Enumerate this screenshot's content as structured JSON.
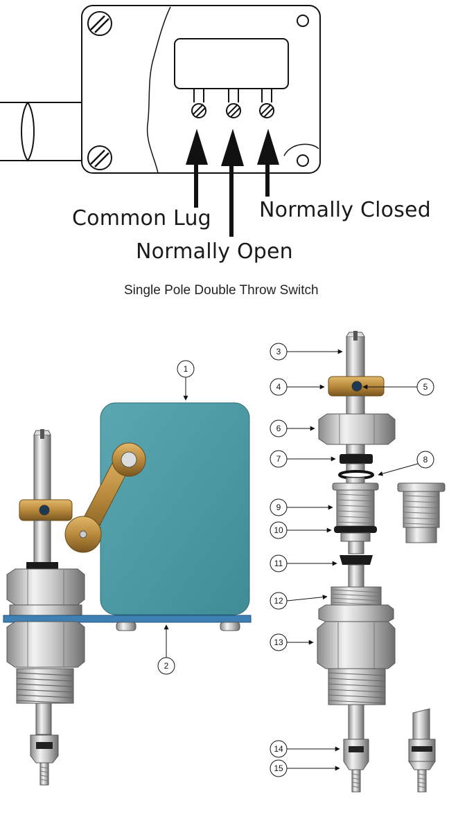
{
  "top_diagram": {
    "labels": {
      "common": "Common Lug",
      "normally_open": "Normally Open",
      "normally_closed": "Normally Closed"
    },
    "caption": "Single Pole Double Throw Switch"
  },
  "exploded_diagram": {
    "callouts": [
      "1",
      "2",
      "3",
      "4",
      "5",
      "6",
      "7",
      "8",
      "9",
      "10",
      "11",
      "12",
      "13",
      "14",
      "15"
    ]
  },
  "colors": {
    "switch_body": "#4a9aa6",
    "mounting_plate": "#3f80b4",
    "brass": "#b98a3c",
    "steel": "#bdbdbd",
    "rubber": "#1a1a1a"
  }
}
